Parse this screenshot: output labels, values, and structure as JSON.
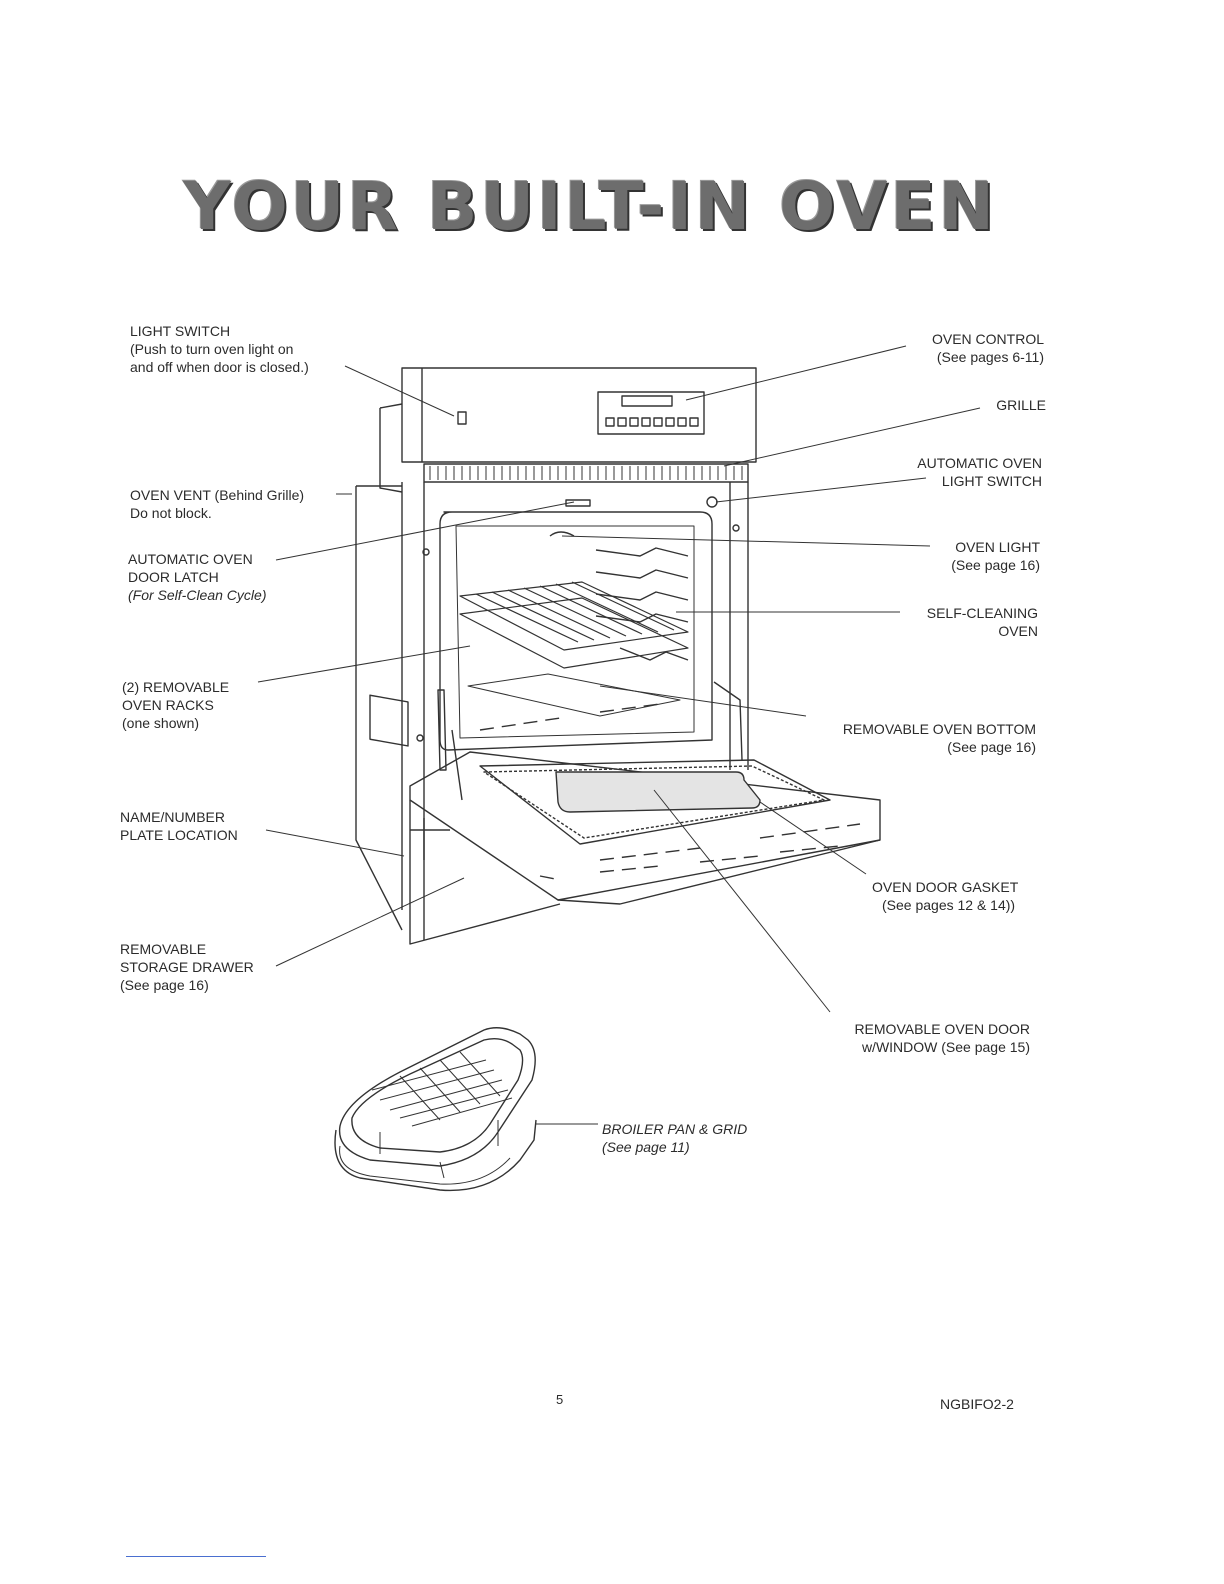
{
  "title": "YOUR BUILT-IN OVEN",
  "labels": {
    "light_switch": {
      "line1": "LIGHT SWITCH",
      "line2": "(Push to turn oven light on",
      "line3": "and off when door is closed.)"
    },
    "oven_vent": {
      "line1": "OVEN VENT (Behind Grille)",
      "line2": "Do not block."
    },
    "door_latch": {
      "line1": "AUTOMATIC OVEN",
      "line2": "DOOR LATCH",
      "line3": "(For Self-Clean Cycle)"
    },
    "oven_racks": {
      "line1": "(2) REMOVABLE",
      "line2": "OVEN RACKS",
      "line3": "(one shown)"
    },
    "name_plate": {
      "line1": "NAME/NUMBER",
      "line2": "PLATE LOCATION"
    },
    "storage_drawer": {
      "line1": "REMOVABLE",
      "line2": "STORAGE DRAWER",
      "line3": "(See page 16)"
    },
    "oven_control": {
      "line1": "OVEN CONTROL",
      "line2": "(See pages 6-11)"
    },
    "grille": {
      "line1": "GRILLE"
    },
    "auto_light_switch": {
      "line1": "AUTOMATIC OVEN",
      "line2": "LIGHT SWITCH"
    },
    "oven_light": {
      "line1": "OVEN LIGHT",
      "line2": "(See page 16)"
    },
    "self_cleaning": {
      "line1": "SELF-CLEANING",
      "line2": "OVEN"
    },
    "oven_bottom": {
      "line1": "REMOVABLE OVEN BOTTOM",
      "line2": "(See page 16)"
    },
    "door_gasket": {
      "line1": "OVEN DOOR GASKET",
      "line2": "(See pages 12 & 14))"
    },
    "oven_door": {
      "line1": "REMOVABLE OVEN DOOR",
      "line2": "w/WINDOW (See page 15)"
    },
    "broiler": {
      "line1": "BROILER PAN & GRID",
      "line2": "(See page 11)"
    }
  },
  "footer": {
    "page_number": "5",
    "code": "NGBIFO2-2"
  }
}
